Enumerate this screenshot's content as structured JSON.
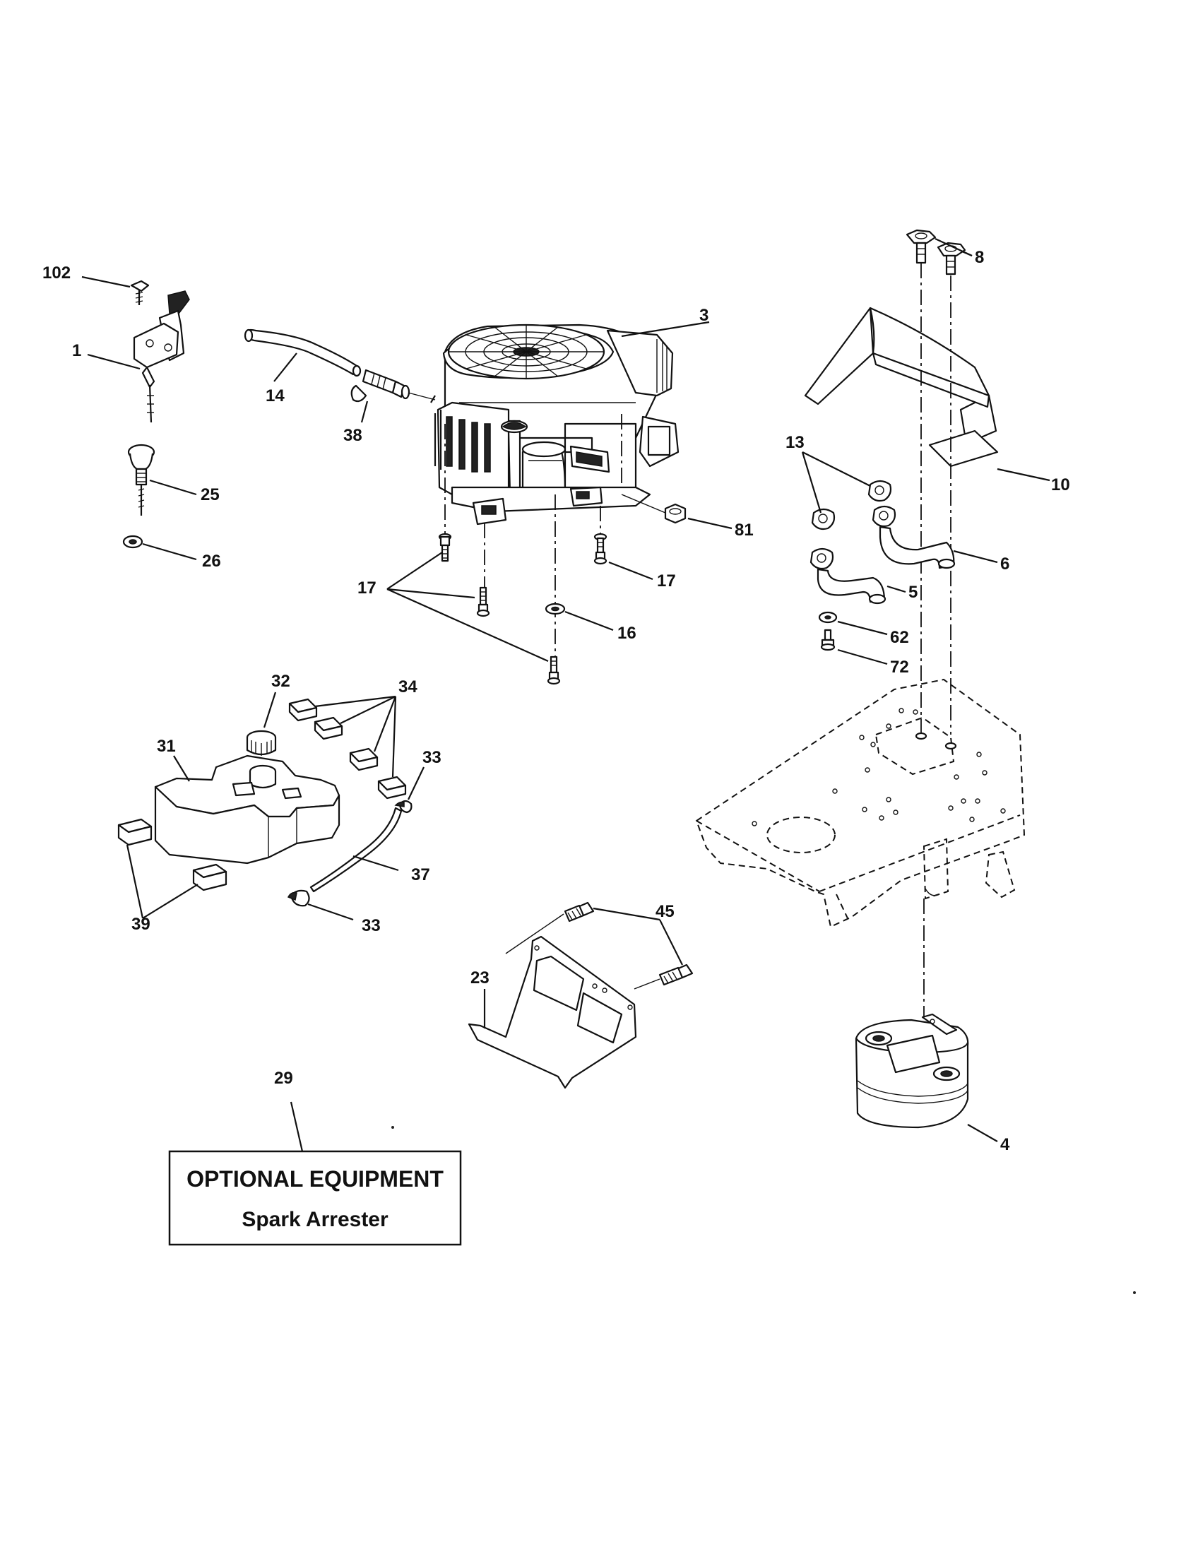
{
  "callouts": {
    "c102": "102",
    "c1": "1",
    "c25": "25",
    "c26": "26",
    "c14": "14",
    "c38": "38",
    "c3": "3",
    "c81": "81",
    "c17a": "17",
    "c17b": "17",
    "c16": "16",
    "c8": "8",
    "c10": "10",
    "c13": "13",
    "c6": "6",
    "c5": "5",
    "c62": "62",
    "c72": "72",
    "c32": "32",
    "c34": "34",
    "c31": "31",
    "c33a": "33",
    "c37": "37",
    "c33b": "33",
    "c39": "39",
    "c45": "45",
    "c23": "23",
    "c29": "29",
    "c4": "4"
  },
  "optional_box": {
    "title": "OPTIONAL EQUIPMENT",
    "subtitle": "Spark Arrester"
  }
}
